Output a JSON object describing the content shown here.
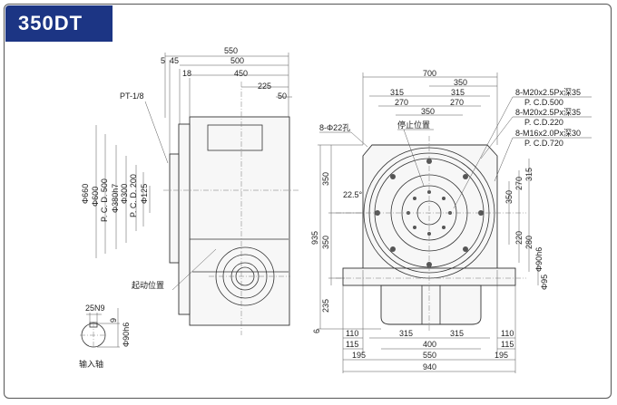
{
  "title": "350DT",
  "side_view": {
    "top_dims": [
      "550",
      "5",
      "45",
      "500",
      "18",
      "450",
      "225",
      "50"
    ],
    "left_dims": [
      "Φ660",
      "Φ600",
      "P. C. D. 500",
      "Φ380h7",
      "Φ300",
      "P. C. D. 200",
      "Φ125"
    ],
    "pt_label": "PT-1/8",
    "start_position": "起动位置"
  },
  "input_shaft": {
    "key_width": "25N9",
    "key_depth": "9",
    "diameter": "Φ90h6",
    "label": "输入轴"
  },
  "front_view": {
    "top_dims": [
      "700",
      "350",
      "315",
      "315",
      "270",
      "270",
      "350"
    ],
    "hole_label": "8-Φ22孔",
    "stop_position": "停止位置",
    "angle": "22.5°",
    "callouts": [
      "8-M20x2.5Px深35",
      "P. C.D.500",
      "8-M20x2.5Px深35",
      "P. C.D.220",
      "8-M16x2.0Px深30",
      "P. C.D.720"
    ],
    "left_dims": [
      "350",
      "935",
      "350",
      "235",
      "6"
    ],
    "right_dims": [
      "315",
      "270",
      "350",
      "220",
      "280",
      "Φ90h6",
      "Φ95"
    ],
    "bottom_dims": [
      "110",
      "315",
      "315",
      "110",
      "115",
      "400",
      "115",
      "195",
      "550",
      "195",
      "940"
    ]
  }
}
